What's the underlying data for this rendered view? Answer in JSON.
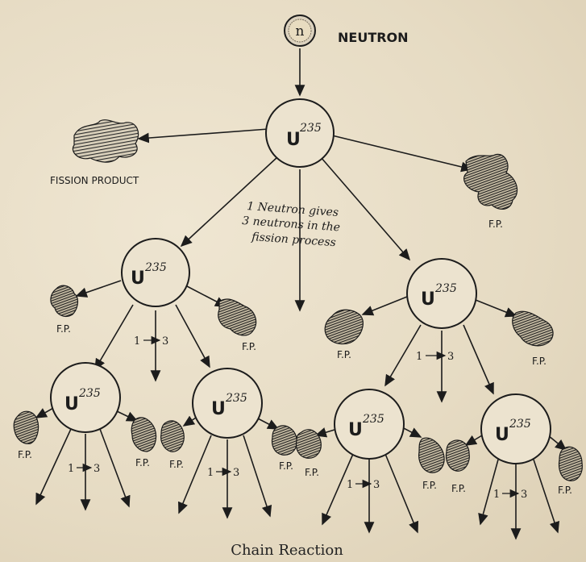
{
  "neutron": {
    "symbol": "n",
    "label": "NEUTRON"
  },
  "nucleus": {
    "element": "U",
    "mass": "235"
  },
  "labels": {
    "fission_product": "FISSION PRODUCT",
    "fp": "F.P.",
    "fp_alt": "F.P.",
    "ratio": "1",
    "ratio_out": "3",
    "note_line1": "1 Neutron gives",
    "note_line2": "3 neutrons in the",
    "note_line3": "fission process"
  },
  "caption": "Chain Reaction",
  "colors": {
    "ink": "#1c1c1c",
    "paper": "#e9dfc9",
    "blob": "#3a3a3a"
  }
}
